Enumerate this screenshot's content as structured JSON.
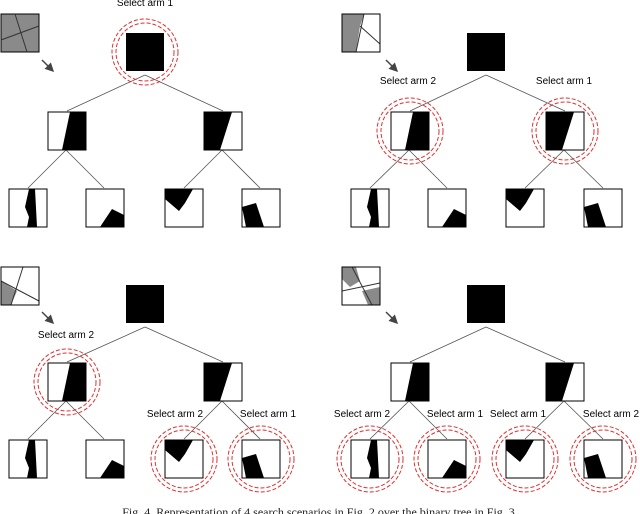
{
  "labels": {
    "select_arm_1": "Select arm 1",
    "select_arm_2": "Select arm 2"
  },
  "caption": "Fig. 4. Representation of 4 search scenarios in Fig. 2 over the binary tree in Fig. 3.",
  "colors": {
    "node_fill": "#000000",
    "edge": "#555555",
    "highlight": "#e03030",
    "thumb_gray": "#8a8a8a"
  },
  "panels": [
    {
      "id": "top-left",
      "selected": [
        "root"
      ],
      "labels_shown": [
        "root:1"
      ]
    },
    {
      "id": "top-right",
      "selected": [
        "left",
        "right"
      ],
      "labels_shown": [
        "left:2",
        "right:1"
      ]
    },
    {
      "id": "bottom-left",
      "selected": [
        "left",
        "right-left",
        "right-right"
      ],
      "labels_shown": [
        "left:2",
        "right-left:2",
        "right-right:1"
      ]
    },
    {
      "id": "bottom-right",
      "selected": [
        "left-left",
        "left-right",
        "right-left",
        "right-right"
      ],
      "labels_shown": [
        "left-left:2",
        "left-right:1",
        "right-left:1",
        "right-right:2"
      ]
    }
  ]
}
